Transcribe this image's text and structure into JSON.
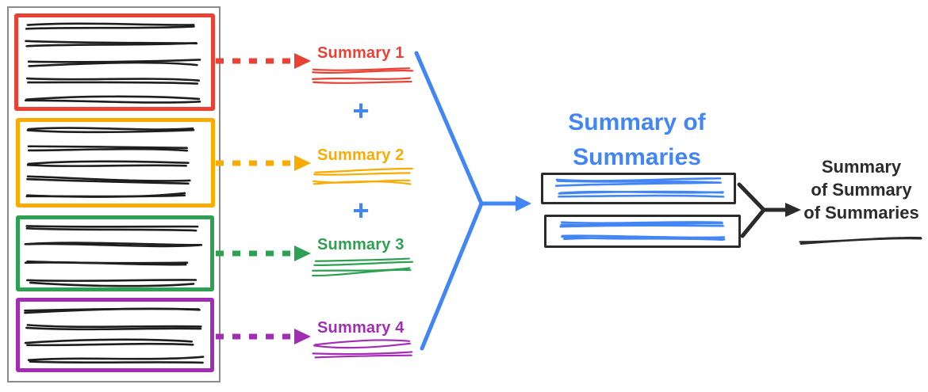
{
  "diagram": {
    "colors": {
      "red": "#E94235",
      "yellow": "#F9AB00",
      "green": "#2EA052",
      "purple": "#A32CB5",
      "blue": "#4285F4",
      "ink": "#2B2B2B",
      "doc_ink": "#1E1E1E",
      "frame_gray": "#8A8A8A"
    },
    "source_document": {
      "sections": [
        {
          "name": "section-1",
          "color_name": "red",
          "text_lines": 5
        },
        {
          "name": "section-2",
          "color_name": "yellow",
          "text_lines": 5
        },
        {
          "name": "section-3",
          "color_name": "green",
          "text_lines": 4
        },
        {
          "name": "section-4",
          "color_name": "purple",
          "text_lines": 4
        }
      ]
    },
    "summaries": [
      {
        "label": "Summary 1",
        "color": "#E94235"
      },
      {
        "label": "Summary 2",
        "color": "#F9AB00"
      },
      {
        "label": "Summary 3",
        "color": "#2EA052"
      },
      {
        "label": "Summary 4",
        "color": "#A32CB5"
      }
    ],
    "plus_symbol": "+",
    "summary_of_summaries": {
      "title_line1": "Summary of",
      "title_line2": "Summaries",
      "box_count": 2,
      "lines_per_box": 2
    },
    "final_summary": {
      "label_line1": "Summary",
      "label_line2": "of Summary",
      "label_line3": "of Summaries"
    }
  }
}
